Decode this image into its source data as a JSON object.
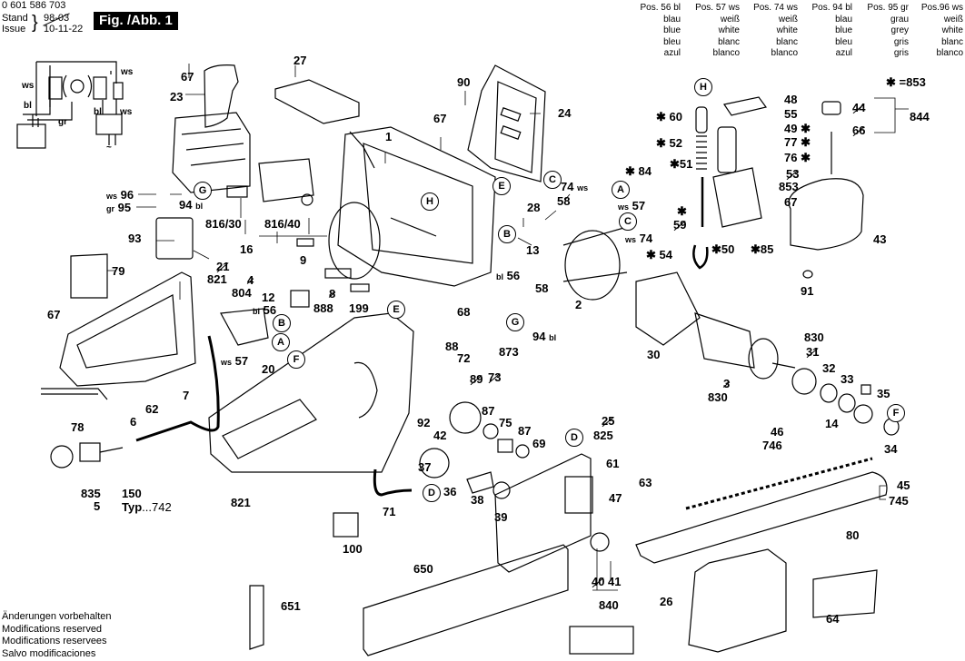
{
  "header": {
    "doc_number": "0 601 586 703",
    "stand_label": "Stand",
    "issue_label": "Issue",
    "stand_value_struck": "98-03",
    "issue_value": "10-11-22",
    "figure_title": "Fig. /Abb. 1"
  },
  "color_legend": [
    {
      "pos": "Pos. 56 bl",
      "de": "blau",
      "en": "blue",
      "fr": "bleu",
      "es": "azul"
    },
    {
      "pos": "Pos. 57 ws",
      "de": "weiß",
      "en": "white",
      "fr": "blanc",
      "es": "blanco"
    },
    {
      "pos": "Pos. 74 ws",
      "de": "weiß",
      "en": "white",
      "fr": "blanc",
      "es": "blanco"
    },
    {
      "pos": "Pos. 94 bl",
      "de": "blau",
      "en": "blue",
      "fr": "bleu",
      "es": "azul"
    },
    {
      "pos": "Pos. 95 gr",
      "de": "grau",
      "en": "grey",
      "fr": "gris",
      "es": "gris"
    },
    {
      "pos": "Pos.96 ws",
      "de": "weiß",
      "en": "white",
      "fr": "blanc",
      "es": "blanco"
    }
  ],
  "star_note": "=853",
  "wiring": {
    "ws_top": "ws",
    "ws_left": "ws",
    "bl_left": "bl",
    "gr": "gr",
    "bl_right": "bl",
    "ws_right": "ws",
    "ac": "~"
  },
  "callouts": {
    "A": "A",
    "B": "B",
    "C": "C",
    "D": "D",
    "E": "E",
    "F": "F",
    "G": "G",
    "H": "H"
  },
  "parts": {
    "p67a": "67",
    "p23": "23",
    "p27": "27",
    "p90": "90",
    "p24": "24",
    "p67b": "67",
    "p1": "1",
    "p96": "96",
    "p96c": "ws",
    "p95": "95",
    "p95c": "gr",
    "p94": "94",
    "p94c": "bl",
    "p816_30": "816/30",
    "p816_40": "816/40",
    "p16": "16",
    "p93": "93",
    "p9": "9",
    "p79": "79",
    "p21": "21",
    "p821a": "821",
    "p4": "4",
    "p804": "804",
    "p8": "8",
    "p888": "888",
    "p199": "199",
    "p12": "12",
    "p56a": "56",
    "p56ac": "bl",
    "p57a": "57",
    "p57ac": "ws",
    "p20": "20",
    "p67c": "67",
    "p7": "7",
    "p62": "62",
    "p78": "78",
    "p6": "6",
    "p835": "835",
    "p5": "5",
    "p150": "150",
    "typ_label": "Typ",
    "typ_value": "...742",
    "p821b": "821",
    "p100": "100",
    "p71": "71",
    "p28": "28",
    "p13": "13",
    "p56b": "56",
    "p56bc": "bl",
    "p58a": "58",
    "p58b": "58",
    "p74a": "74",
    "p74ac": "ws",
    "p2": "2",
    "p68": "68",
    "p94b": "94",
    "p94bc": "bl",
    "p88": "88",
    "p72": "72",
    "p873": "873",
    "p89": "89",
    "p73": "73",
    "p92": "92",
    "p42": "42",
    "p87a": "87",
    "p75": "75",
    "p87b": "87",
    "p69": "69",
    "p37": "37",
    "p36": "36",
    "p38": "38",
    "p39": "39",
    "p25": "25",
    "p825": "825",
    "p61": "61",
    "p47": "47",
    "p63": "63",
    "p40": "40",
    "p41": "41",
    "p840": "840",
    "p650": "650",
    "p651": "651",
    "p26": "26",
    "p64": "64",
    "p80": "80",
    "p46": "46",
    "p746": "746",
    "p45": "45",
    "p745": "745",
    "p30": "30",
    "p3": "3",
    "p830a": "830",
    "p830b": "830",
    "p31": "31",
    "p32": "32",
    "p33": "33",
    "p35": "35",
    "p14": "14",
    "p34": "34",
    "p48": "48",
    "p55": "55",
    "p49": "49",
    "p77": "77",
    "p76": "76",
    "p53": "53",
    "p853": "853",
    "p67d": "67",
    "p60": "60",
    "p52": "52",
    "p51": "51",
    "p84": "84",
    "p57b": "57",
    "p57bc": "ws",
    "p74b": "74",
    "p74bc": "ws",
    "p59": "59",
    "p50": "50",
    "p85": "85",
    "p54": "54",
    "p44": "44",
    "p66": "66",
    "p844": "844",
    "p43": "43",
    "p91": "91"
  },
  "footer": [
    "Änderungen vorbehalten",
    "Modifications reserved",
    "Modifications reservees",
    "Salvo modificaciones"
  ]
}
